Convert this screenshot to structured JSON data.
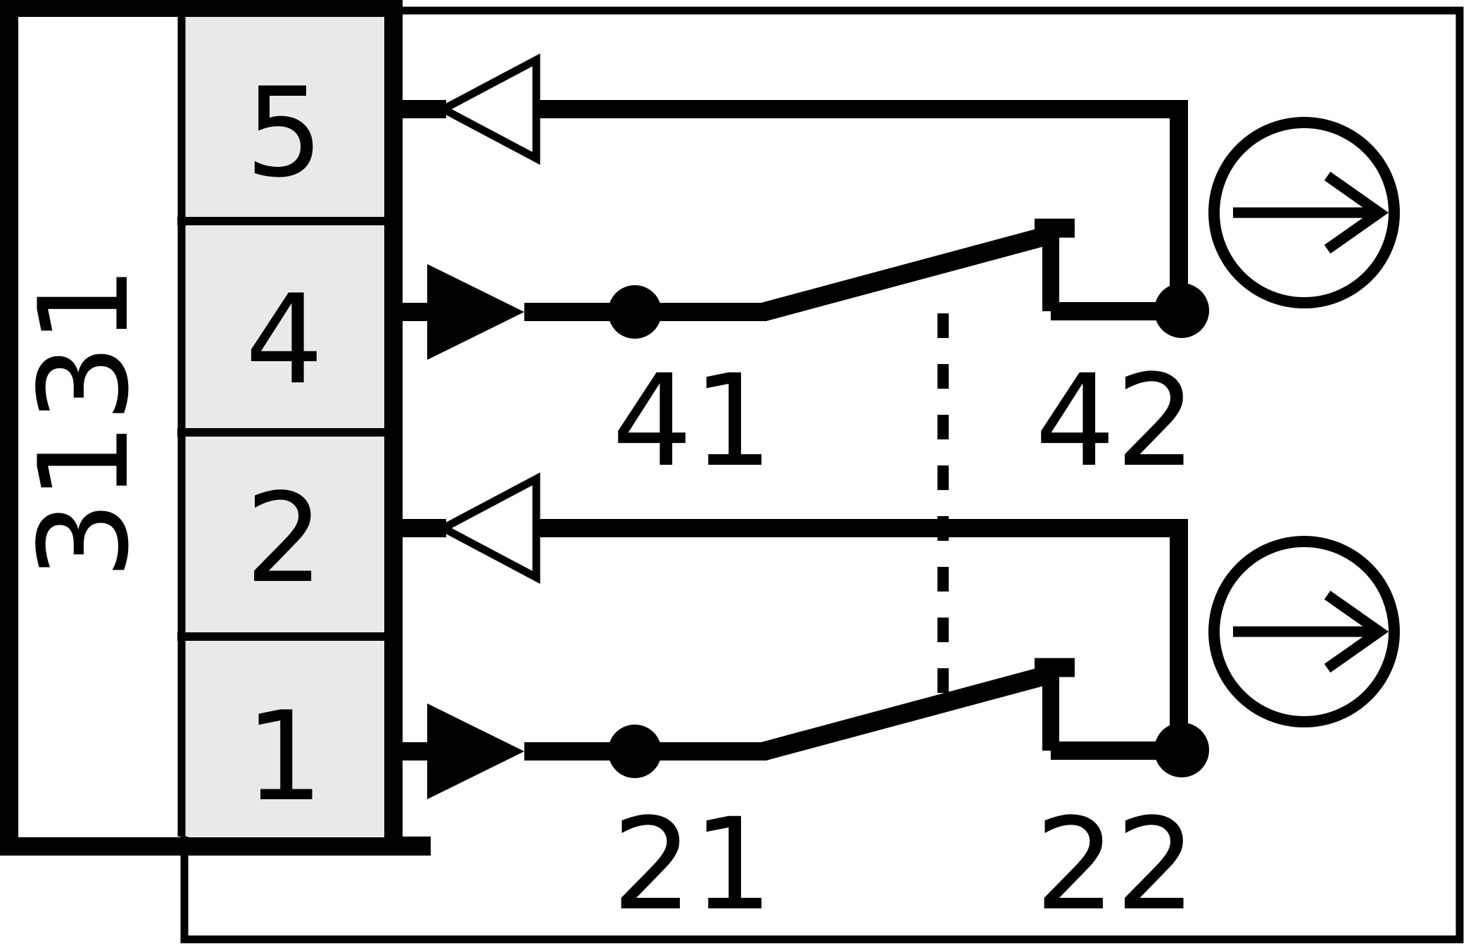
{
  "diagram": {
    "kind": "switch-contact-wiring-schematic",
    "block_label": "3131",
    "terminals": [
      {
        "label": "5"
      },
      {
        "label": "4"
      },
      {
        "label": "2"
      },
      {
        "label": "1"
      }
    ],
    "contacts": [
      {
        "from_label": "41",
        "to_label": "42"
      },
      {
        "from_label": "21",
        "to_label": "22"
      }
    ],
    "symbols": {
      "hollow_arrow": "output-arrow-toward-terminal",
      "filled_arrow": "input-arrow-from-terminal",
      "junction_dot": "wire-junction",
      "dashed_line": "mechanical-linkage",
      "arrow_circle": "actuator-direction-symbol"
    },
    "colors": {
      "line": "#000000",
      "terminal_cell_fill": "#e9e9e9",
      "background": "#ffffff"
    }
  }
}
